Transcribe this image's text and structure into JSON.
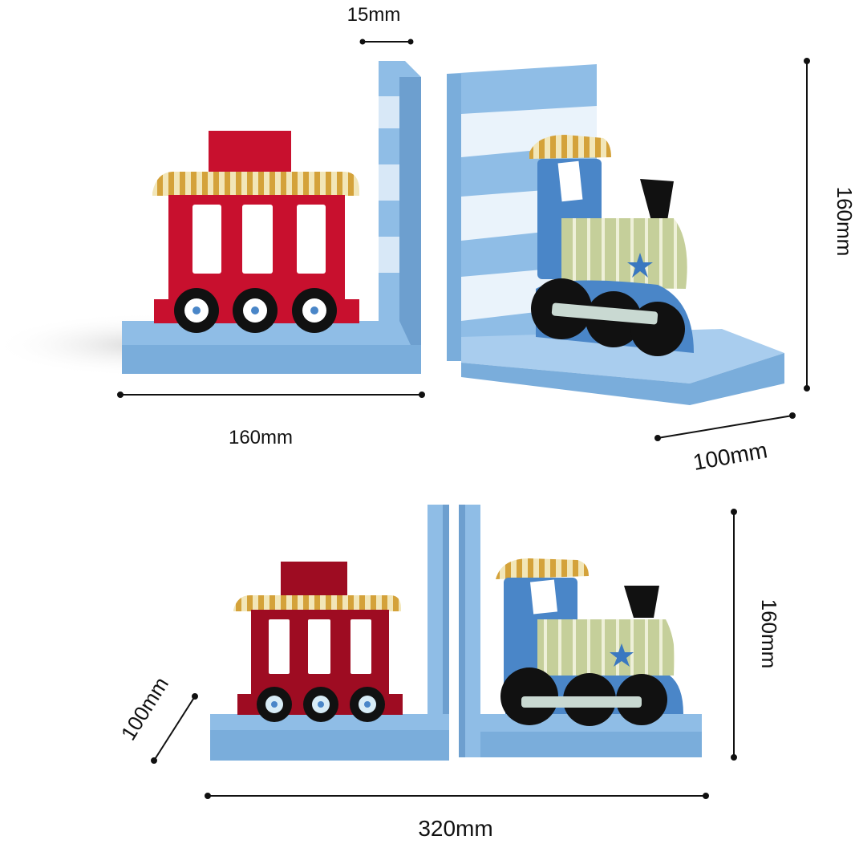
{
  "colors": {
    "background": "#ffffff",
    "board_blue": "#8fbde6",
    "board_blue_dark": "#6d9fcf",
    "stripe_white": "#eaf3fb",
    "caboose_red": "#c8102e",
    "caboose_red_dark": "#9e0c22",
    "engine_blue": "#4a86c8",
    "boiler_green": "#c5cf9a",
    "wheel_black": "#111111",
    "roof_yellow": "#e8c36a",
    "dimension_line": "#111111"
  },
  "dimensions": {
    "top_thickness": "15mm",
    "top_height": "160mm",
    "top_width": "160mm",
    "top_depth": "100mm",
    "bottom_height": "160mm",
    "bottom_depth": "100mm",
    "bottom_width": "320mm"
  }
}
